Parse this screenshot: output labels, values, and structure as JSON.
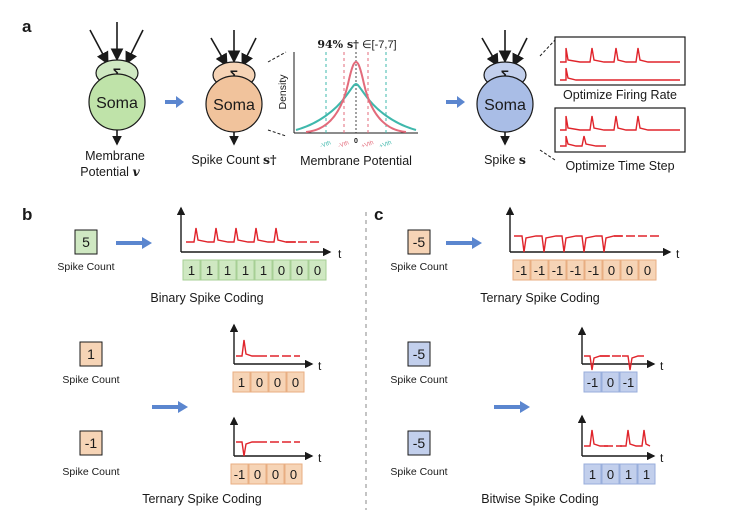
{
  "panel_a": {
    "label": "a",
    "neuron1": {
      "symbol": "Σ",
      "soma": "Soma",
      "caption_line1": "Membrane",
      "caption_line2": "Potential",
      "caption_var": "v"
    },
    "neuron2": {
      "symbol": "Σ",
      "soma": "Soma",
      "caption": "Spike Count",
      "caption_var": "s†"
    },
    "density_plot": {
      "title_bold": "94% s†",
      "title_rest": "∈[-7,7]",
      "ylabel": "Density",
      "xlabel": "Membrane Potential",
      "center_tick": "0",
      "tick_labels": [
        "-Vth",
        "-Vth",
        "+Vth",
        "+Vth"
      ]
    },
    "neuron3": {
      "symbol": "Σ",
      "soma": "Soma",
      "caption": "Spike",
      "caption_var": "s"
    },
    "opt1": {
      "caption": "Optimize Firing Rate"
    },
    "opt2": {
      "caption": "Optimize Time Step"
    }
  },
  "panel_b": {
    "label": "b",
    "binary": {
      "count": "5",
      "count_label": "Spike Count",
      "cells": [
        "1",
        "1",
        "1",
        "1",
        "1",
        "0",
        "0",
        "0"
      ],
      "axis_t": "t",
      "caption": "Binary Spike Coding"
    },
    "ternary_pos": {
      "count": "1",
      "count_label": "Spike Count",
      "cells": [
        "1",
        "0",
        "0",
        "0"
      ],
      "axis_t": "t"
    },
    "ternary_neg": {
      "count": "-1",
      "count_label": "Spike Count",
      "cells": [
        "-1",
        "0",
        "0",
        "0"
      ],
      "axis_t": "t"
    },
    "caption": "Ternary Spike Coding"
  },
  "panel_c": {
    "label": "c",
    "ternary": {
      "count": "-5",
      "count_label": "Spike Count",
      "cells": [
        "-1",
        "-1",
        "-1",
        "-1",
        "-1",
        "0",
        "0",
        "0"
      ],
      "axis_t": "t",
      "caption": "Ternary Spike Coding"
    },
    "bitwise_1": {
      "count": "-5",
      "count_label": "Spike Count",
      "cells": [
        "-1",
        "0",
        "-1"
      ],
      "axis_t": "t"
    },
    "bitwise_2": {
      "count": "-5",
      "count_label": "Spike Count",
      "cells": [
        "1",
        "0",
        "1",
        "1"
      ],
      "axis_t": "t"
    },
    "caption": "Bitwise Spike Coding"
  },
  "colors": {
    "spike_red": "#e0242b",
    "green_fill": "#cfe8c2",
    "green_stroke": "#a7cf95",
    "orange_fill": "#f6d4b6",
    "orange_stroke": "#e8ae82",
    "blue_fill": "#c2cfec",
    "blue_stroke": "#98aedb",
    "arrow_blue": "#5b86cf",
    "teal": "#3fb8ac",
    "pink": "#e36b7b"
  }
}
